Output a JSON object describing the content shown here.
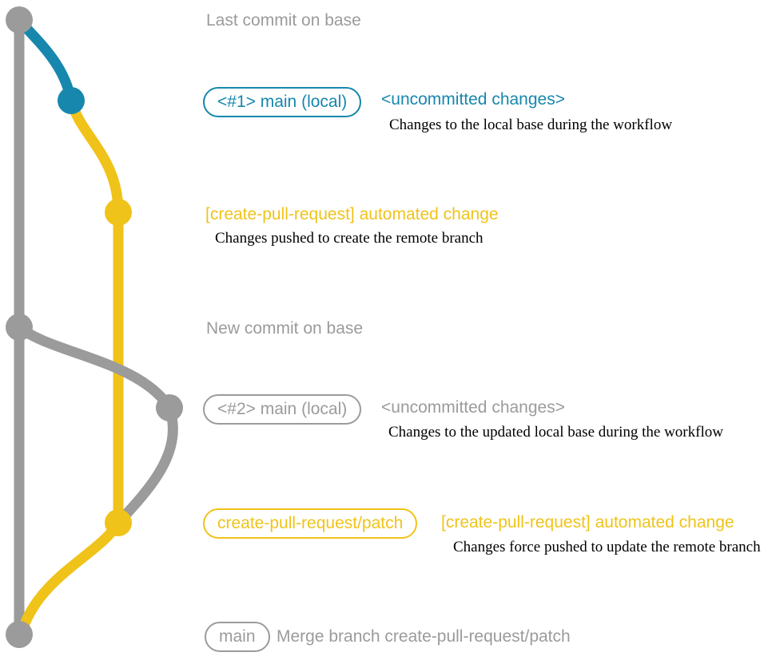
{
  "colors": {
    "gray": "#9b9b9b",
    "blue": "#1787ad",
    "yellow": "#f0c31a",
    "detail_text": "#000000",
    "background": "#ffffff"
  },
  "headings": {
    "last_commit_on_base": "Last commit on base",
    "new_commit_on_base": "New commit on base"
  },
  "rows": {
    "local1": {
      "badge": "<#1> main (local)",
      "message": "<uncommitted changes>",
      "detail": "Changes to the local base during the workflow"
    },
    "automated1": {
      "message": "[create-pull-request] automated change",
      "detail": "Changes pushed to create the remote branch"
    },
    "local2": {
      "badge": "<#2> main (local)",
      "message": "<uncommitted changes>",
      "detail": "Changes to the updated local base during the workflow"
    },
    "automated2": {
      "badge": "create-pull-request/patch",
      "message": "[create-pull-request] automated change",
      "detail": "Changes force pushed to update the remote branch"
    },
    "merge": {
      "badge": "main",
      "message": "Merge branch create-pull-request/patch"
    }
  },
  "graph": {
    "branches": [
      {
        "name": "base-branch",
        "color": "gray"
      },
      {
        "name": "local-uncommitted-changes",
        "color": "blue"
      },
      {
        "name": "create-pull-request-patch-branch",
        "color": "yellow"
      }
    ],
    "nodes": [
      {
        "name": "last-commit-on-base",
        "color": "gray"
      },
      {
        "name": "local-commit-1",
        "color": "blue"
      },
      {
        "name": "patch-commit-1",
        "color": "yellow"
      },
      {
        "name": "new-commit-on-base",
        "color": "gray"
      },
      {
        "name": "local-commit-2",
        "color": "gray"
      },
      {
        "name": "patch-commit-2",
        "color": "yellow"
      },
      {
        "name": "merge-commit",
        "color": "gray"
      }
    ]
  }
}
